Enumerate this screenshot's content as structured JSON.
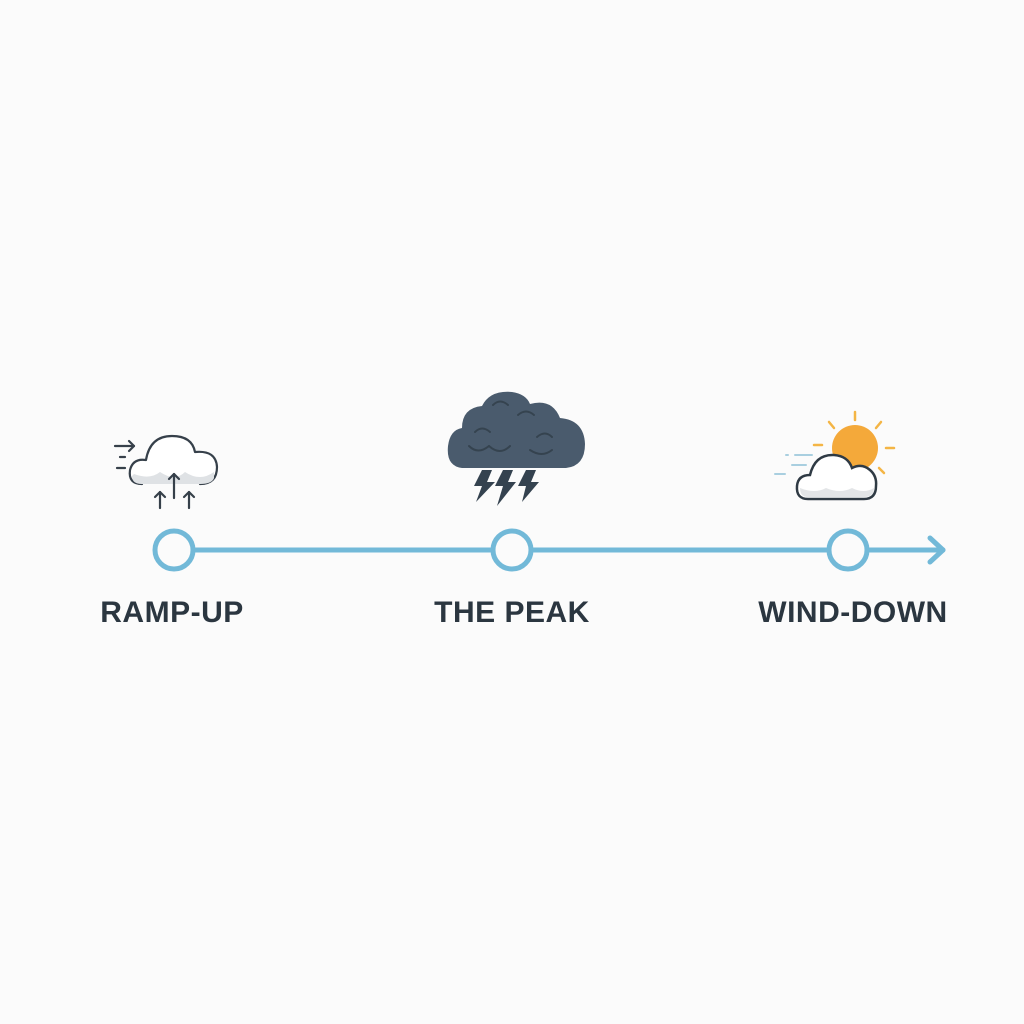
{
  "timeline": {
    "stages": [
      {
        "label": "RAMP-UP",
        "icon": "cloud-rising-arrows-icon"
      },
      {
        "label": "THE PEAK",
        "icon": "storm-cloud-lightning-icon"
      },
      {
        "label": "WIND-DOWN",
        "icon": "sun-behind-cloud-icon"
      }
    ],
    "colors": {
      "line": "#72b9d8",
      "text": "#2b3640",
      "storm": "#4a5b6d",
      "sun": "#f4a93a"
    }
  }
}
